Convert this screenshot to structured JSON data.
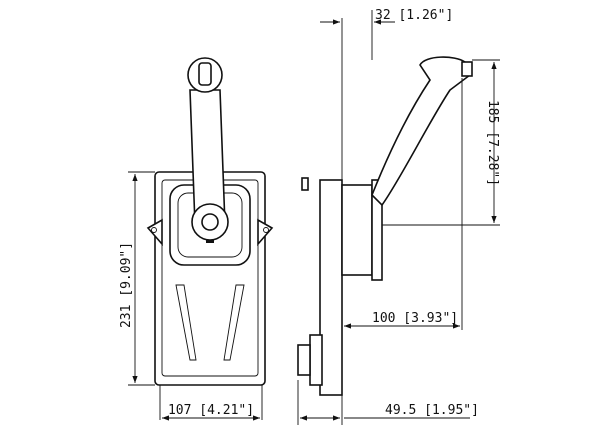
{
  "dimensions": {
    "top_width": "32 [1.26\"]",
    "handle_height": "185 [7.28\"]",
    "handle_reach": "100 [3.93\"]",
    "plate_height": "231 [9.09\"]",
    "plate_width": "107 [4.21\"]",
    "side_depth": "49.5 [1.95\"]"
  }
}
